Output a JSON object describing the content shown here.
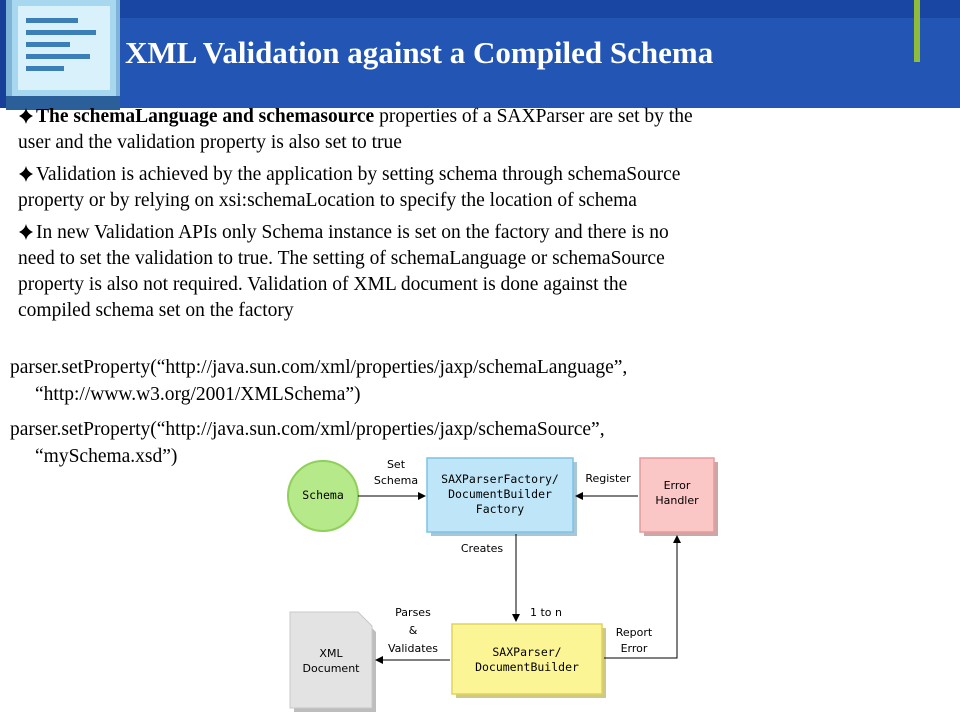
{
  "slide": {
    "title": "XML Validation against a Compiled Schema",
    "bullets": [
      {
        "bold": "The schemaLanguage and schemasource",
        "rest_line1": " properties of a SAXParser are set by the",
        "line2": "user and the validation property is also set to true"
      },
      {
        "line1": "Validation is achieved by the application by setting schema through schemaSource",
        "line2": "property or by relying on xsi:schemaLocation to specify the location of schema"
      },
      {
        "line1": "In new Validation APIs only Schema instance is set on the factory and there is no",
        "line2": "need to set the validation to true. The setting of schemaLanguage or schemaSource",
        "line3": "property is also not required. Validation of XML document is done against the",
        "line4": "compiled schema set on the factory"
      }
    ],
    "code": [
      {
        "line1": "parser.setProperty(“http://java.sun.com/xml/properties/jaxp/schemaLanguage”,",
        "line2": "“http://www.w3.org/2001/XMLSchema”)"
      },
      {
        "line1": "parser.setProperty(“http://java.sun.com/xml/properties/jaxp/schemaSource”,",
        "line2": "“mySchema.xsd”)"
      }
    ]
  },
  "diagram": {
    "schema": "Schema",
    "set_schema_1": "Set",
    "set_schema_2": "Schema",
    "factory_1": "SAXParserFactory/",
    "factory_2": "DocumentBuilder",
    "factory_3": "Factory",
    "register": "Register",
    "error_1": "Error",
    "error_2": "Handler",
    "creates": "Creates",
    "one_to_n": "1 to n",
    "parses_1": "Parses",
    "parses_2": "&",
    "parses_3": "Validates",
    "report_1": "Report",
    "report_2": "Error",
    "parser_1": "SAXParser/",
    "parser_2": "DocumentBuilder",
    "xml_1": "XML",
    "xml_2": "Document"
  },
  "colors": {
    "header_blue": "#2255b4",
    "accent_green": "#8fbc3a",
    "schema_fill": "#b6e98a",
    "factory_fill": "#bfe6f8",
    "error_fill": "#fbc6c6",
    "parser_fill": "#fbf596",
    "xml_fill": "#e3e3e3"
  }
}
